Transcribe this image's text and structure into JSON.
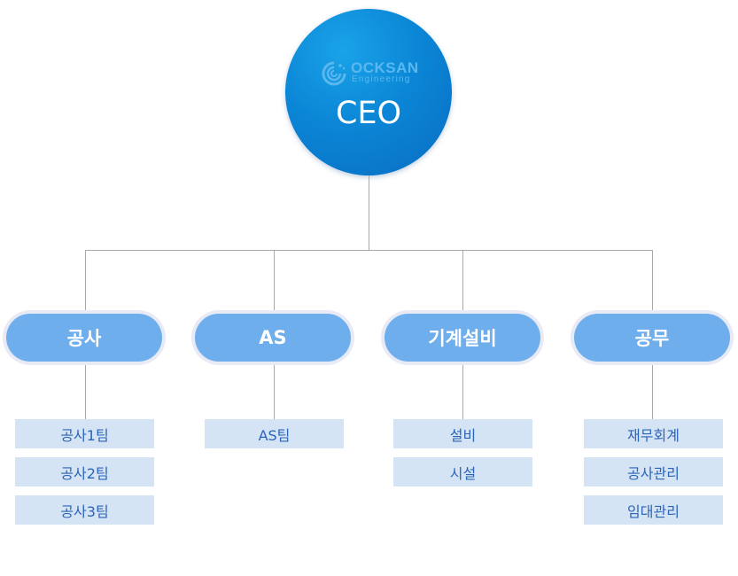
{
  "ceo": {
    "label": "CEO",
    "logo": {
      "name": "OCKSAN",
      "subtitle": "Engineering"
    }
  },
  "departments": [
    {
      "label": "공사",
      "teams": [
        "공사1팀",
        "공사2팀",
        "공사3팀"
      ]
    },
    {
      "label": "AS",
      "teams": [
        "AS팀"
      ]
    },
    {
      "label": "기계설비",
      "teams": [
        "설비",
        "시설"
      ]
    },
    {
      "label": "공무",
      "teams": [
        "재무회계",
        "공사관리",
        "임대관리"
      ]
    }
  ],
  "colors": {
    "ceo_circle": "#0b86d6",
    "dept_pill": "#6faeec",
    "dept_ring": "#e8eaf6",
    "team_box": "#d5e4f5",
    "team_text": "#2b64b8",
    "connector": "#a8a8a8"
  }
}
